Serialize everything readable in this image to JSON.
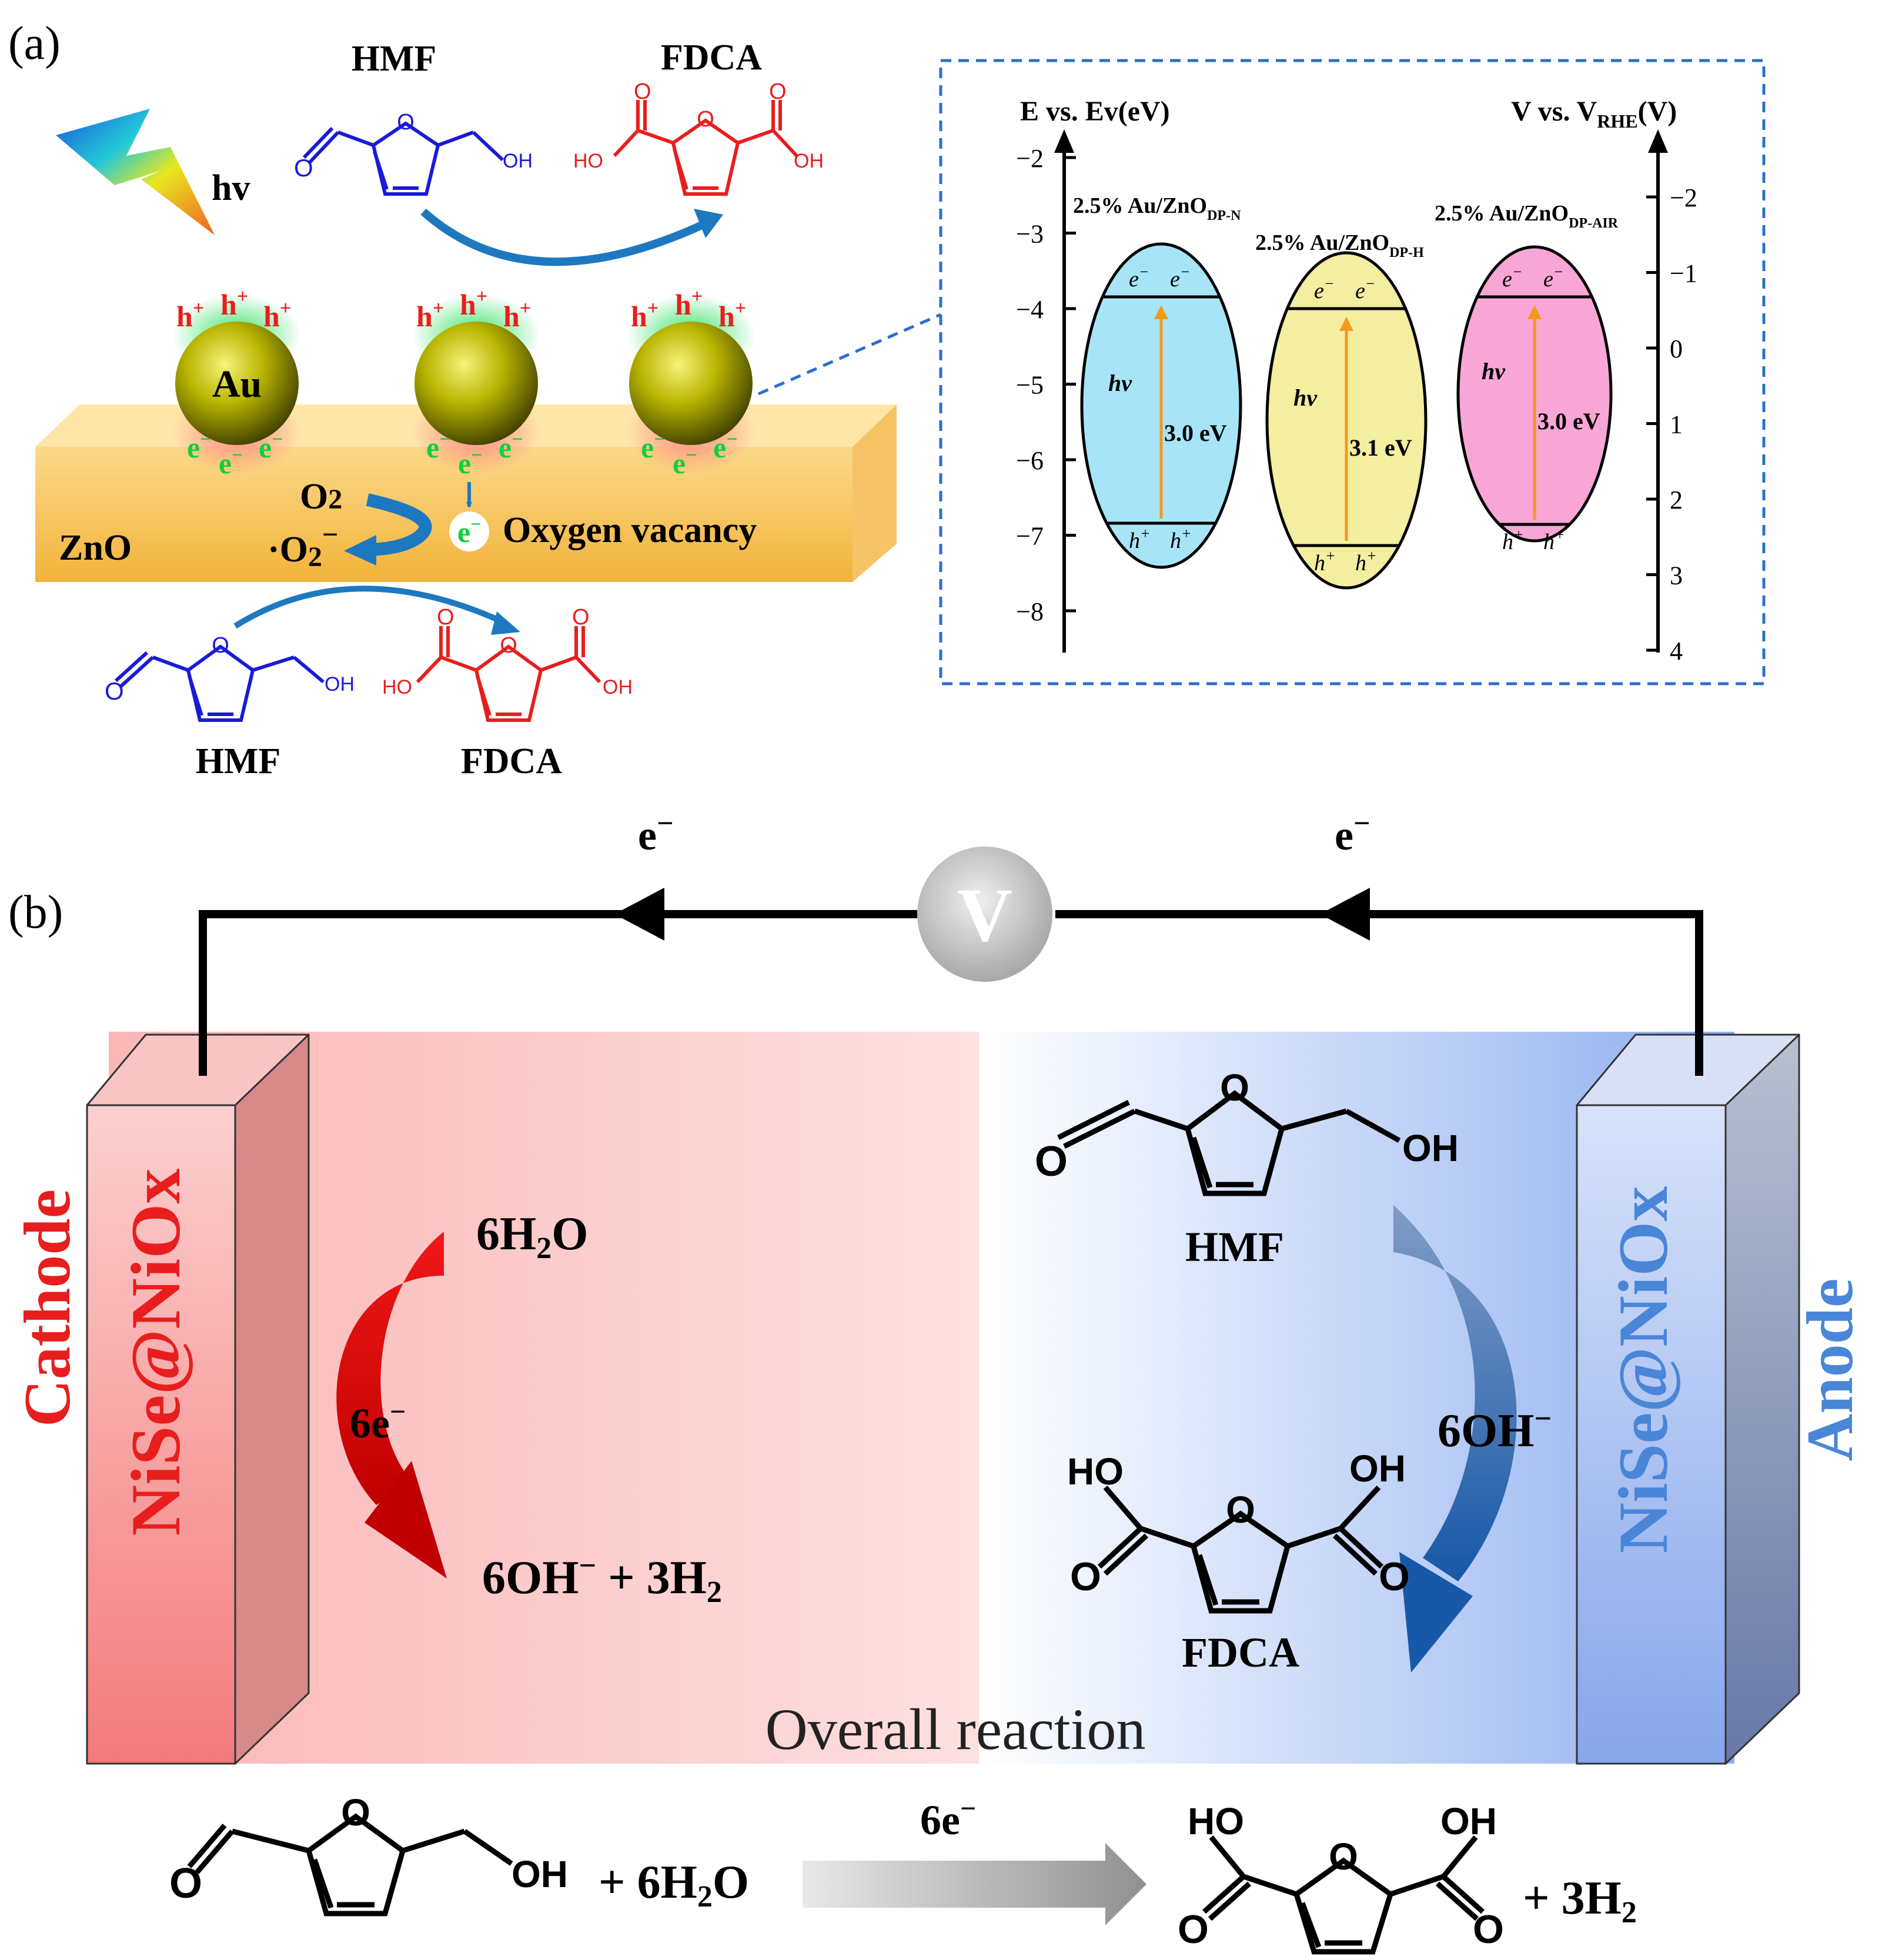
{
  "panel_a": {
    "label": "(a)",
    "light": "hv",
    "top_reactant": "HMF",
    "top_product": "FDCA",
    "bottom_reactant": "HMF",
    "bottom_product": "FDCA",
    "metal": "Au",
    "support": "ZnO",
    "oxygen": "O",
    "oxygen_sub": "2",
    "superoxide": "·O",
    "superoxide_sub": "2",
    "superoxide_sup": "−",
    "vacancy_label": "Oxygen vacancy",
    "vacancy_electron": "e",
    "hole": "h",
    "hole_sup": "+",
    "electron": "e",
    "electron_sup": "−",
    "hydroxyl": "OH",
    "ho": "HO",
    "ring_o": "O",
    "carbonyl_o": "O",
    "band_diagram": {
      "left_axis_label": "E vs. Ev(eV)",
      "right_axis_label_main": "V vs. V",
      "right_axis_label_sub": "RHE",
      "right_axis_label_unit": "(V)",
      "left_ticks": [
        "−2",
        "−3",
        "−4",
        "−5",
        "−6",
        "−7",
        "−8"
      ],
      "right_ticks": [
        "−2",
        "−1",
        "0",
        "1",
        "2",
        "3",
        "4"
      ],
      "excitation": "hv",
      "carrier_e": "e",
      "carrier_e_sup": "−",
      "carrier_h": "h",
      "carrier_h_sup": "+",
      "catalyst_prefix": "2.5% Au/ZnO",
      "catalysts": [
        {
          "sub": "DP-N",
          "gap": "3.0 eV",
          "color": "#a8e4f8"
        },
        {
          "sub": "DP-H",
          "gap": "3.1 eV",
          "color": "#f3eea0"
        },
        {
          "sub": "DP-AIR",
          "gap": "3.0 eV",
          "color": "#f8a6d6"
        }
      ]
    }
  },
  "panel_b": {
    "label": "(b)",
    "circuit_electron": "e",
    "circuit_electron_sup": "−",
    "voltmeter": "V",
    "cathode": "Cathode",
    "anode": "Anode",
    "electrode_material": "NiSe@NiOx",
    "cathode_reactant_main": "6H",
    "cathode_reactant_sub": "2",
    "cathode_reactant_end": "O",
    "cathode_electrons": "6e",
    "cathode_electrons_sup": "−",
    "cathode_product_a": "6OH",
    "cathode_product_a_sup": "−",
    "cathode_product_b": " + 3H",
    "cathode_product_b_sub": "2",
    "anode_reactant": "HMF",
    "anode_hydroxide": "6OH",
    "anode_hydroxide_sup": "−",
    "anode_product": "FDCA",
    "overall_title": "Overall reaction",
    "overall_plus_water": "+ 6H",
    "overall_water_sub": "2",
    "overall_water_end": "O",
    "overall_electrons": "6e",
    "overall_electrons_sup": "−",
    "overall_plus_h2": "+ 3H",
    "overall_h2_sub": "2",
    "hydroxyl": "OH",
    "ho": "HO",
    "ring_o": "O",
    "carbonyl_o": "O"
  },
  "colors": {
    "reactant_blue": "#1a1ad8",
    "product_red": "#e81e1e",
    "cathode_red": "#e81e1e",
    "anode_blue": "#4a86d8",
    "arrow_blue": "#1e78c0",
    "dashed_box": "#2a6fd0"
  }
}
